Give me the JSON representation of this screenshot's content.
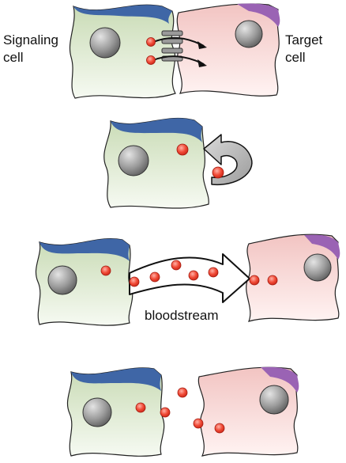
{
  "labels": {
    "signaling_line1": "Signaling",
    "signaling_line2": "cell",
    "target_line1": "Target",
    "target_line2": "cell",
    "bloodstream": "bloodstream"
  },
  "colors": {
    "signaling_fill": "#dfead0",
    "signaling_cap": "#3f66a6",
    "target_fill": "#f8d8d6",
    "target_cap": "#9a63b4",
    "nucleus": "#9a9a9a",
    "molecule": "#ee3a2a",
    "arrow_gray": "#bcbcbc",
    "junction": "#9a9a9a",
    "outline": "#222222"
  }
}
